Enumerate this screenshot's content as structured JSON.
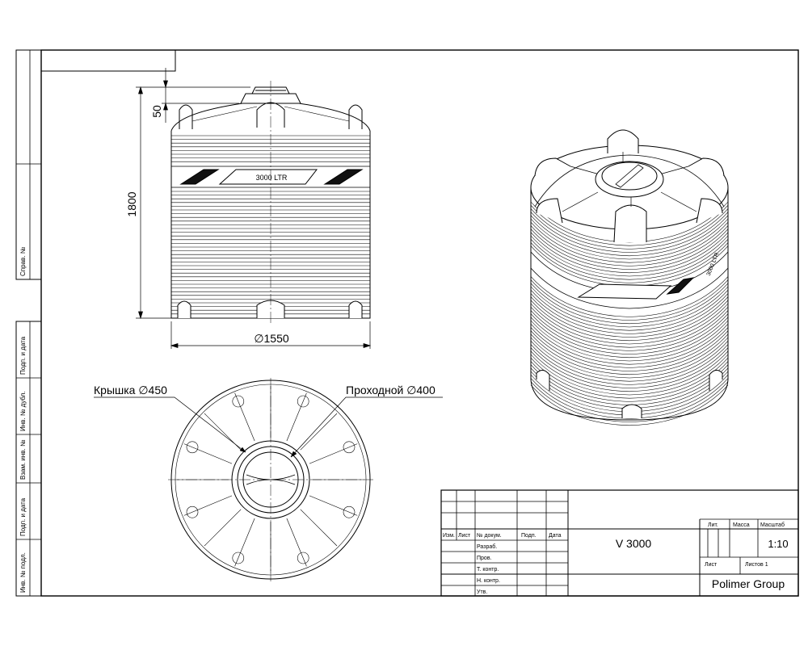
{
  "dimensions": {
    "height_total": "1800",
    "height_lid": "50",
    "diameter": "∅1550",
    "lid_callout": "Крышка ∅450",
    "passage_callout": "Проходной ∅400"
  },
  "tank": {
    "band_label_front": "3000 LTR",
    "band_label_iso": "3000 LTR"
  },
  "side_strip": {
    "sprav": "Справ. №",
    "podp_data_1": "Подп. и дата",
    "inv_dubl": "Инв. № дубл.",
    "vzam_inv": "Взам. инв. №",
    "podp_data_2": "Подп. и дата",
    "inv_podl": "Инв. № подл."
  },
  "title_block": {
    "col_izm": "Изм.",
    "col_list": "Лист",
    "col_doc": "№ докум.",
    "col_podp": "Подп.",
    "col_data": "Дата",
    "row_razrab": "Разраб.",
    "row_prov": "Пров.",
    "row_tkontr": "Т. контр.",
    "row_nkontr": "Н. контр.",
    "row_utv": "Утв.",
    "designation": "V 3000",
    "hdr_lit": "Лит.",
    "hdr_massa": "Масса",
    "hdr_masshtab": "Масштаб",
    "scale": "1:10",
    "sheet_label": "Лист",
    "sheets_total": "Листов 1",
    "company": "Polimer Group"
  }
}
